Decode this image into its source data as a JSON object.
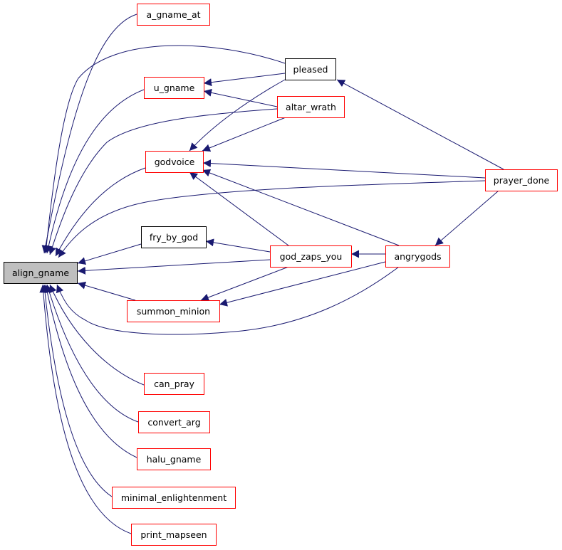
{
  "graph": {
    "nodes": [
      {
        "id": "align_gname",
        "label": "align_gname",
        "style": "root"
      },
      {
        "id": "a_gname_at",
        "label": "a_gname_at",
        "style": "red"
      },
      {
        "id": "pleased",
        "label": "pleased",
        "style": "black"
      },
      {
        "id": "u_gname",
        "label": "u_gname",
        "style": "red"
      },
      {
        "id": "altar_wrath",
        "label": "altar_wrath",
        "style": "red"
      },
      {
        "id": "godvoice",
        "label": "godvoice",
        "style": "red"
      },
      {
        "id": "prayer_done",
        "label": "prayer_done",
        "style": "red"
      },
      {
        "id": "fry_by_god",
        "label": "fry_by_god",
        "style": "black"
      },
      {
        "id": "god_zaps_you",
        "label": "god_zaps_you",
        "style": "red"
      },
      {
        "id": "angrygods",
        "label": "angrygods",
        "style": "red"
      },
      {
        "id": "summon_minion",
        "label": "summon_minion",
        "style": "red"
      },
      {
        "id": "can_pray",
        "label": "can_pray",
        "style": "red"
      },
      {
        "id": "convert_arg",
        "label": "convert_arg",
        "style": "red"
      },
      {
        "id": "halu_gname",
        "label": "halu_gname",
        "style": "red"
      },
      {
        "id": "minimal_enlightenment",
        "label": "minimal_enlightenment",
        "style": "red"
      },
      {
        "id": "print_mapseen",
        "label": "print_mapseen",
        "style": "red"
      }
    ],
    "edges": [
      {
        "from": "a_gname_at",
        "to": "align_gname"
      },
      {
        "from": "pleased",
        "to": "align_gname"
      },
      {
        "from": "u_gname",
        "to": "align_gname"
      },
      {
        "from": "altar_wrath",
        "to": "align_gname"
      },
      {
        "from": "godvoice",
        "to": "align_gname"
      },
      {
        "from": "prayer_done",
        "to": "align_gname"
      },
      {
        "from": "fry_by_god",
        "to": "align_gname"
      },
      {
        "from": "god_zaps_you",
        "to": "align_gname"
      },
      {
        "from": "summon_minion",
        "to": "align_gname"
      },
      {
        "from": "angrygods",
        "to": "align_gname"
      },
      {
        "from": "can_pray",
        "to": "align_gname"
      },
      {
        "from": "convert_arg",
        "to": "align_gname"
      },
      {
        "from": "halu_gname",
        "to": "align_gname"
      },
      {
        "from": "minimal_enlightenment",
        "to": "align_gname"
      },
      {
        "from": "print_mapseen",
        "to": "align_gname"
      },
      {
        "from": "pleased",
        "to": "u_gname"
      },
      {
        "from": "altar_wrath",
        "to": "u_gname"
      },
      {
        "from": "pleased",
        "to": "godvoice"
      },
      {
        "from": "altar_wrath",
        "to": "godvoice"
      },
      {
        "from": "prayer_done",
        "to": "godvoice"
      },
      {
        "from": "god_zaps_you",
        "to": "godvoice"
      },
      {
        "from": "angrygods",
        "to": "godvoice"
      },
      {
        "from": "prayer_done",
        "to": "pleased"
      },
      {
        "from": "god_zaps_you",
        "to": "fry_by_god"
      },
      {
        "from": "angrygods",
        "to": "god_zaps_you"
      },
      {
        "from": "prayer_done",
        "to": "angrygods"
      },
      {
        "from": "god_zaps_you",
        "to": "summon_minion"
      },
      {
        "from": "angrygods",
        "to": "summon_minion"
      }
    ]
  },
  "colors": {
    "edge": "#191970",
    "root_fill": "#bfbfbf",
    "root_border": "#000000",
    "red_border": "#ff0000",
    "black_border": "#000000",
    "node_fill": "#ffffff"
  }
}
